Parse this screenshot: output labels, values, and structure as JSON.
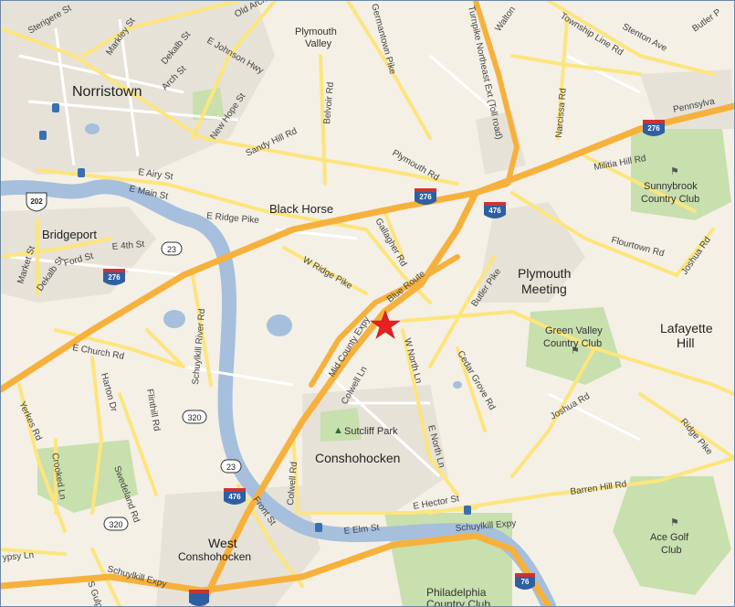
{
  "map": {
    "colors": {
      "land": "#f4f0e6",
      "water": "#a5bfdd",
      "park": "#c8dfae",
      "urban": "#e6e2d8",
      "major_road": "#f6b13d",
      "minor_road": "#fde57d",
      "local_road": "#ffffff",
      "marker": "#e8201f"
    },
    "places": {
      "norristown": "Norristown",
      "plymouth_valley_1": "Plymouth",
      "plymouth_valley_2": "Valley",
      "black_horse": "Black Horse",
      "bridgeport": "Bridgeport",
      "plymouth_meeting_1": "Plymouth",
      "plymouth_meeting_2": "Meeting",
      "lafayette_hill_1": "Lafayette",
      "lafayette_hill_2": "Hill",
      "conshohocken": "Conshohocken",
      "west_consh_1": "West",
      "west_consh_2": "Conshohocken"
    },
    "pois": {
      "sunnybrook_1": "Sunnybrook",
      "sunnybrook_2": "Country Club",
      "green_valley_1": "Green Valley",
      "green_valley_2": "Country Club",
      "sutcliff": "Sutcliff Park",
      "ace_golf_1": "Ace Golf",
      "ace_golf_2": "Club",
      "philadelphia_cc_1": "Philadelphia",
      "philadelphia_cc_2": "Country Club"
    },
    "streets": {
      "sterigere": "Sterigere St",
      "markley": "Markley St",
      "dekalb_top": "Dekalb St",
      "arch": "Arch St",
      "johnson": "E Johnson Hwy",
      "old_arch": "Old Arch",
      "new_hope": "New Hope St",
      "sandy_hill": "Sandy Hill Rd",
      "belvoir": "Belvoir Rd",
      "germantown": "Germantown Pike",
      "plymouth_rd": "Plymouth Rd",
      "turnpike_ne": "Turnpike Northeast Ext (Toll road)",
      "walton": "Walton",
      "township_line": "Township Line Rd",
      "stenton": "Stenton Ave",
      "butler_top": "Butler P",
      "narcissa": "Narcissa Rd",
      "pennsylvania": "Pennsylva",
      "militia_hill": "Militia Hill Rd",
      "e_airy": "E Airy St",
      "e_main": "E Main St",
      "e_ridge": "E Ridge Pike",
      "gallagher": "Gallagher Rd",
      "flourtown": "Flourtown Rd",
      "joshua_top": "Joshua Rd",
      "e_4th": "E 4th St",
      "ford": "Ford St",
      "market": "Market St",
      "dekalb_left": "Dekalb St",
      "w_ridge": "W Ridge Pike",
      "blue_route": "Blue Route",
      "butler_pike": "Butler Pike",
      "mid_county": "Mid County Expy",
      "schuylkill_river_rd": "Schuylkill River Rd",
      "e_church": "E Church Rd",
      "flinthill": "Flinthill Rd",
      "harton": "Harton Dr",
      "colwell_1": "Colwell Ln",
      "w_north": "W North Ln",
      "cedar_grove": "Cedar Grove Rd",
      "yerkes": "Yerkes Rd",
      "crooked": "Crooked Ln",
      "swedeland": "Swedeland Rd",
      "e_north": "E North Ln",
      "joshua_bottom": "Joshua Rd",
      "ridge_pike": "Ridge Pike",
      "colwell_2": "Colwell Rd",
      "front": "Front St",
      "e_hector": "E Hector St",
      "barren_hill": "Barren Hill Rd",
      "e_elm": "E Elm St",
      "schuylkill_expy_1": "Schuylkill Expy",
      "schuylkill_expy_2": "Schuylkill Expy",
      "gypsy": "ypsy Ln",
      "s_gulph": "S Gulp"
    },
    "shields": {
      "i276_a": "276",
      "i276_b": "276",
      "i276_c": "276",
      "i476_a": "476",
      "i476_b": "476",
      "i76": "76",
      "us202": "202",
      "pa23_a": "23",
      "pa23_b": "23",
      "pa320_a": "320",
      "pa320_b": "320"
    },
    "marker": {
      "icon": "red-star-icon"
    }
  }
}
